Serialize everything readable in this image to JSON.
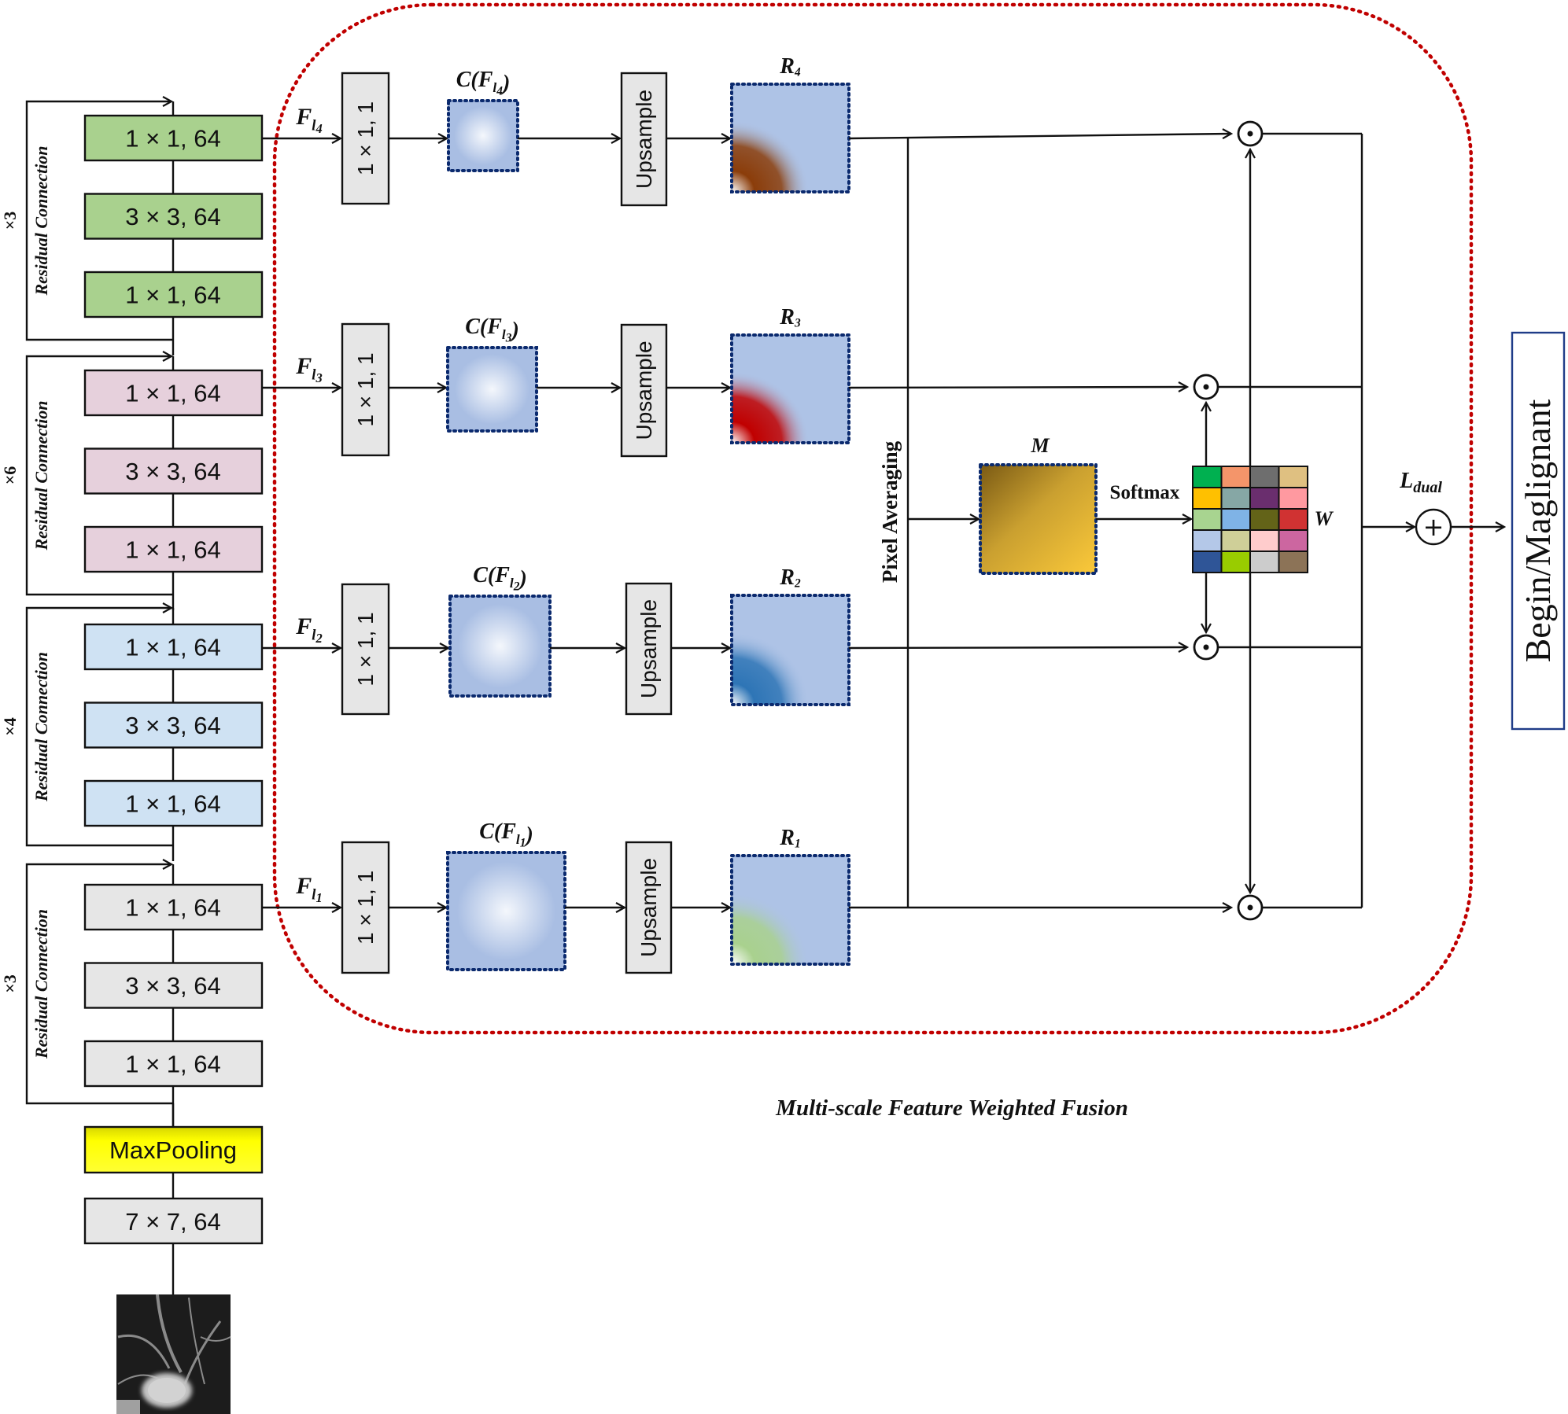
{
  "backbone": {
    "groups": [
      {
        "name": "stage-4",
        "repeat_label": "×3",
        "residual_label": "Residual Connection",
        "color": "#a9d18e",
        "blocks": [
          "1 × 1, 64",
          "3 × 3, 64",
          "1 × 1, 64"
        ],
        "feature": {
          "base": "F",
          "sub": "l",
          "idx": "4"
        }
      },
      {
        "name": "stage-3",
        "repeat_label": "×6",
        "residual_label": "Residual Connection",
        "color": "#e6d0dc",
        "blocks": [
          "1 × 1, 64",
          "3 × 3, 64",
          "1 × 1, 64"
        ],
        "feature": {
          "base": "F",
          "sub": "l",
          "idx": "3"
        }
      },
      {
        "name": "stage-2",
        "repeat_label": "×4",
        "residual_label": "Residual Connection",
        "color": "#cfe2f3",
        "blocks": [
          "1 × 1, 64",
          "3 × 3, 64",
          "1 × 1, 64"
        ],
        "feature": {
          "base": "F",
          "sub": "l",
          "idx": "2"
        }
      },
      {
        "name": "stage-1",
        "repeat_label": "×3",
        "residual_label": "Residual Connection",
        "color": "#e6e6e6",
        "blocks": [
          "1 × 1, 64",
          "3 × 3, 64",
          "1 × 1, 64"
        ],
        "feature": {
          "base": "F",
          "sub": "l",
          "idx": "1"
        }
      }
    ],
    "maxpool_label": "MaxPooling",
    "maxpool_color": "#ffff00",
    "stem_label": "7 × 7, 64",
    "stem_color": "#e6e6e6",
    "input_image": "lung-ct-nodule"
  },
  "fusion": {
    "title": "Multi-scale Feature Weighted Fusion",
    "border_color": "#c00000",
    "rows": [
      {
        "conv_label": "1 × 1, 1",
        "c_label": "C(F",
        "c_idx": "4",
        "upsample_label": "Upsample",
        "r_label": "R",
        "r_idx": "4",
        "heat_color": "#8b3d0a"
      },
      {
        "conv_label": "1 × 1, 1",
        "c_label": "C(F",
        "c_idx": "3",
        "upsample_label": "Upsample",
        "r_label": "R",
        "r_idx": "3",
        "heat_color": "#c00000"
      },
      {
        "conv_label": "1 × 1, 1",
        "c_label": "C(F",
        "c_idx": "2",
        "upsample_label": "Upsample",
        "r_label": "R",
        "r_idx": "2",
        "heat_color": "#2e75b6"
      },
      {
        "conv_label": "1 × 1, 1",
        "c_label": "C(F",
        "c_idx": "1",
        "upsample_label": "Upsample",
        "r_label": "R",
        "r_idx": "1",
        "heat_color": "#a9d18e"
      }
    ],
    "pixel_averaging_label": "Pixel Averaging",
    "m_label": "M",
    "softmax_label": "Softmax",
    "w_label": "W",
    "w_colors": [
      [
        "#00b050",
        "#f4956a",
        "#6e6e6e",
        "#dfc081"
      ],
      [
        "#ffc000",
        "#86a7a5",
        "#6a2e6e",
        "#ff99a0"
      ],
      [
        "#a8d490",
        "#7fb3e6",
        "#636318",
        "#d03232"
      ],
      [
        "#b4c8e8",
        "#cfcf98",
        "#ffcccc",
        "#cc66a0"
      ],
      [
        "#2f5597",
        "#99cc00",
        "#cccccc",
        "#8c7357"
      ]
    ],
    "odot_symbol": "⊙",
    "sum_label": "L",
    "sum_sub": "dual",
    "plus_symbol": "+"
  },
  "output": {
    "label": "Begin/Maglignant",
    "border_color": "#1f3c88"
  }
}
